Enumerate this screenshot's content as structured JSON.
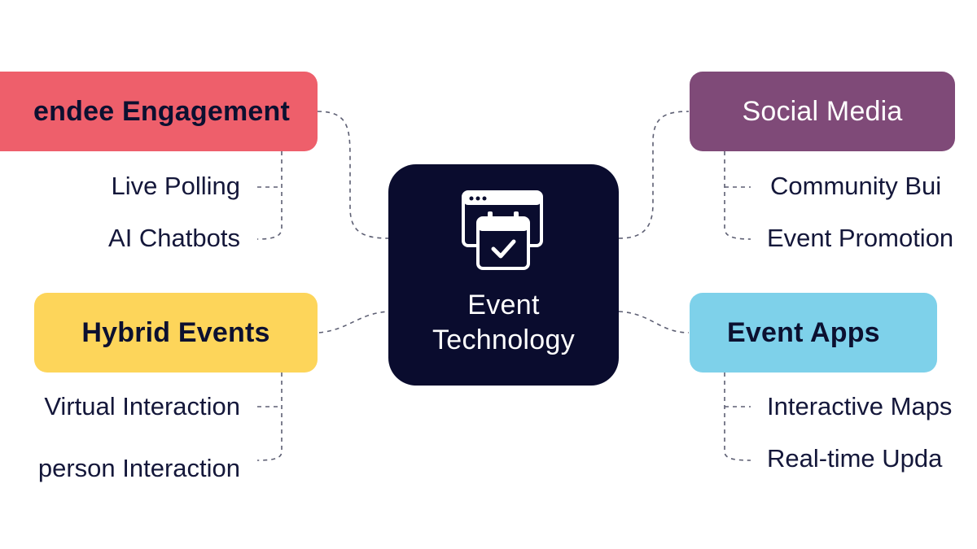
{
  "center": {
    "title_line1": "Event",
    "title_line2": "Technology",
    "icon": "calendar-browser-icon",
    "color": "#0a0c2e"
  },
  "branches": [
    {
      "label": "endee Engagement",
      "color": "#ee5f6b",
      "children": [
        "Live Polling",
        "AI Chatbots"
      ]
    },
    {
      "label": "Hybrid Events",
      "color": "#fdd55a",
      "children": [
        "Virtual Interaction",
        "person Interaction"
      ]
    },
    {
      "label": "Social Media",
      "color": "#7f4a78",
      "children": [
        "Community Bui",
        "Event Promotion"
      ]
    },
    {
      "label": "Event Apps",
      "color": "#7ed1ea",
      "children": [
        "Interactive Maps",
        "Real-time Upda"
      ]
    }
  ],
  "connector_color": "#5d5f73"
}
